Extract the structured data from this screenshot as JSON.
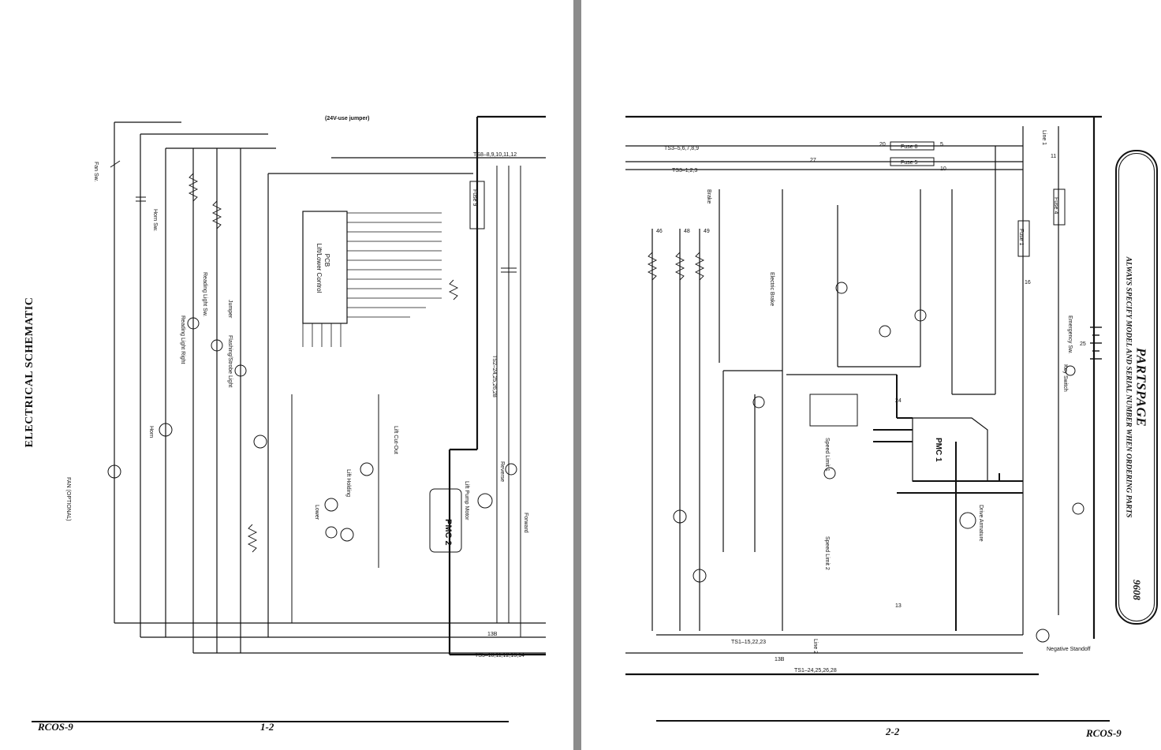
{
  "left_page": {
    "title": "ELECTRICAL SCHEMATIC",
    "footer_code": "RCOS-9",
    "page_number": "1-2",
    "pcb_label": "PCB",
    "pcb_sublabel": "Lift/Lower Control",
    "pmc_label": "PMC 2",
    "jumper_note": "(24V-use jumper)",
    "bus_labels": [
      "TS8–8,9,10,11,12",
      "TS2–24,25,26,28",
      "TS5–10,11,12,13,14",
      "13B"
    ],
    "component_labels": [
      "Fan Sw.",
      "Horn",
      "Horn Sw.",
      "Reading Light Sw.",
      "Jumper",
      "Reading Light Right",
      "Flashing/Strobe Light",
      "FAN (OPTIONAL)",
      "Lift Holding",
      "Lift Pump Motor",
      "Fuse 9",
      "Reverse",
      "Forward",
      "Lower",
      "Lift Cut-Out"
    ]
  },
  "right_page": {
    "footer_code": "RCOS-9",
    "page_number": "2-2",
    "pmc_label": "PMC 1",
    "bus_labels": [
      "TS3–5,6,7,8,9",
      "TS3–1,2,3",
      "TS1–15,22,23",
      "TS1–24,25,26,28",
      "13B"
    ],
    "fuse_labels": [
      "Fuse 8",
      "Fuse 5",
      "Fuse 4",
      "Fuse 1"
    ],
    "component_labels": [
      "Electric Brake",
      "Brake",
      "Line 1",
      "Line 2",
      "Drive Armature",
      "Speed Limit 1",
      "Speed Limit 2",
      "Negative Standoff",
      "Key Switch",
      "Emergency Sw."
    ],
    "wire_numbers": [
      "20",
      "27",
      "5",
      "10",
      "11",
      "16",
      "13",
      "25",
      "24",
      "46",
      "48",
      "49"
    ],
    "banner_brand": "PARTSPAGE",
    "banner_note": "ALWAYS SPECIFY MODEL AND SERIAL NUMBER WHEN ORDERING PARTS",
    "banner_number": "9608"
  }
}
